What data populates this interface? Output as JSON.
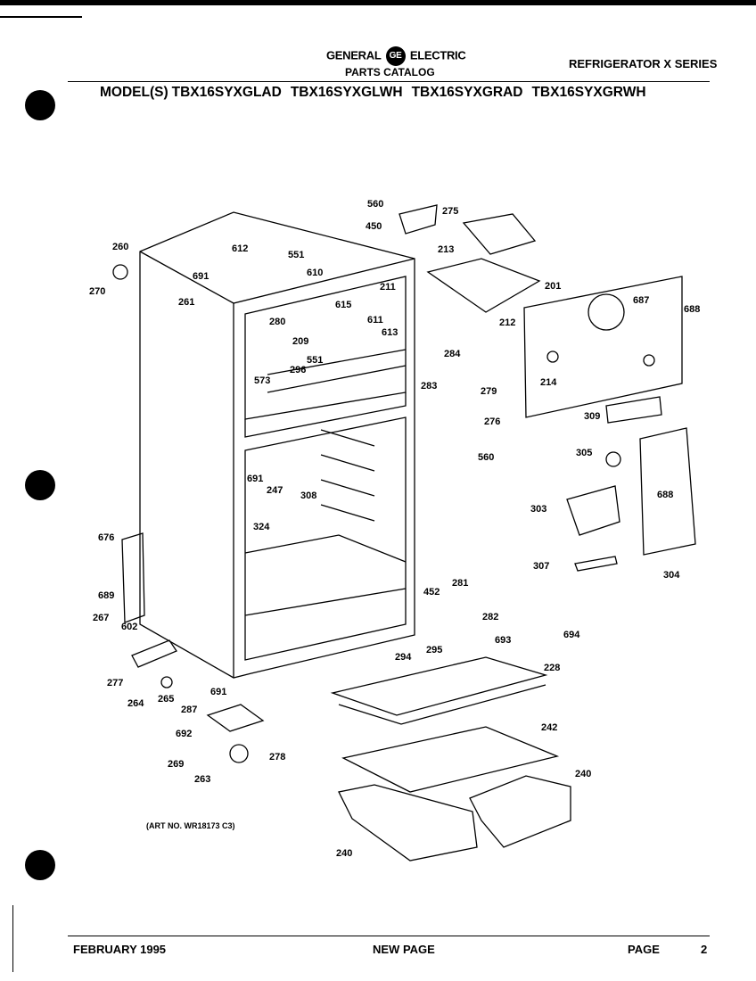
{
  "header": {
    "brand_left": "GENERAL",
    "brand_right": "ELECTRIC",
    "brand_monogram": "GE",
    "catalog": "PARTS CATALOG",
    "series": "REFRIGERATOR X SERIES",
    "models_prefix": "MODEL(S)",
    "models": [
      "TBX16SYXGLAD",
      "TBX16SYXGLWH",
      "TBX16SYXGRAD",
      "TBX16SYXGRWH"
    ]
  },
  "art_number": "(ART NO. WR18173 C3)",
  "footer": {
    "date": "FEBRUARY 1995",
    "note": "NEW PAGE",
    "page_label": "PAGE",
    "page_number": "2"
  },
  "diagram": {
    "callouts": [
      "560",
      "275",
      "450",
      "213",
      "260",
      "612",
      "551",
      "270",
      "691",
      "610",
      "211",
      "261",
      "615",
      "280",
      "611",
      "212",
      "201",
      "687",
      "688",
      "613",
      "209",
      "284",
      "214",
      "573",
      "296",
      "551",
      "279",
      "283",
      "276",
      "309",
      "560",
      "305",
      "691",
      "247",
      "308",
      "688",
      "303",
      "324",
      "676",
      "689",
      "267",
      "452",
      "281",
      "282",
      "693",
      "694",
      "307",
      "304",
      "602",
      "294",
      "295",
      "228",
      "277",
      "691",
      "264",
      "265",
      "287",
      "242",
      "692",
      "278",
      "269",
      "240",
      "263",
      "240"
    ]
  }
}
